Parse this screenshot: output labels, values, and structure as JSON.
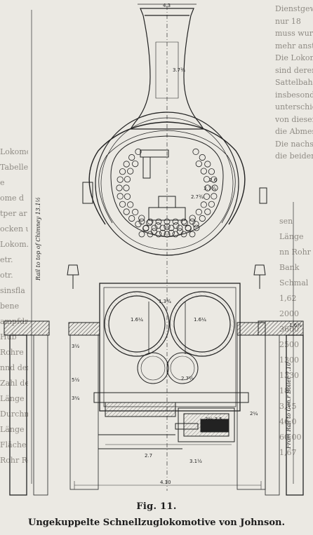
{
  "figure": {
    "label": "Fig. 11.",
    "title": "Ungekuppelte Schnellzuglokomotive von Johnson."
  },
  "drawing": {
    "left_side_label": "Rail to top of Chimney 13.1½",
    "right_side_label": "From Rail to Cen.r Boiler 7.10"
  },
  "bleed_through_text": {
    "right_column": [
      "Dienstgewicht",
      "nur 18",
      "muss wurden",
      "mehr anstehen",
      "Die Lokomoti",
      "sind deren,",
      "Sattelbahnversat",
      "insbesondere",
      "unterschieden",
      "von diesem ist",
      "die Abmessung",
      "Die nachstehend",
      "die beiden Ty"
    ],
    "left_column": [
      "Lokomotive W",
      "Tabelle",
      "e",
      "ome d",
      "tper ar Ko",
      "ocken und",
      "Lokom.",
      "etr.",
      "otr.",
      "sinsfla",
      "bene",
      "ampfdruck",
      "Hub",
      "Rohre",
      "nnd der m",
      "Zahl der",
      "Länge",
      "Durchmesser",
      "Länge",
      "Fläche der Feuerbüchse",
      "Rohr Rostfläche"
    ],
    "right_values": [
      "sen",
      "Länge",
      "nn Rohr",
      "Bank",
      "Schmal",
      "1,62",
      "2000",
      "3600",
      "2500",
      "1300",
      "1330",
      "18",
      "3,15",
      "46,0",
      "60,00",
      "1,67"
    ]
  }
}
